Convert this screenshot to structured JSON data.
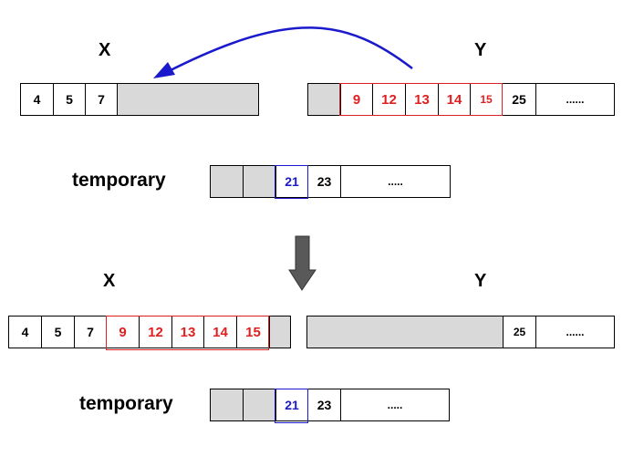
{
  "labels": {
    "top_x": "X",
    "top_y": "Y",
    "top_temp": "temporary",
    "bottom_x": "X",
    "bottom_y": "Y",
    "bottom_temp": "temporary"
  },
  "top_x_cells": [
    "4",
    "5",
    "7",
    ""
  ],
  "top_y_cells": [
    "",
    "9",
    "12",
    "13",
    "14",
    "15",
    "25",
    "......"
  ],
  "top_temp_cells": [
    "",
    "",
    "21",
    "23",
    "....."
  ],
  "bottom_x_cells": [
    "4",
    "5",
    "7",
    "9",
    "12",
    "13",
    "14",
    "15",
    ""
  ],
  "bottom_y_cells": [
    "",
    "25",
    "......"
  ],
  "bottom_temp_cells": [
    "",
    "",
    "21",
    "23",
    "....."
  ],
  "colors": {
    "highlight_red": "#e02020",
    "highlight_blue": "#1a1acc",
    "empty_gray": "#d9d9d9",
    "arrow_blue": "#1a1acc",
    "down_arrow": "#595959"
  },
  "icons": {
    "curved_arrow": "curved-arrow-icon",
    "down_arrow": "down-arrow-icon"
  }
}
